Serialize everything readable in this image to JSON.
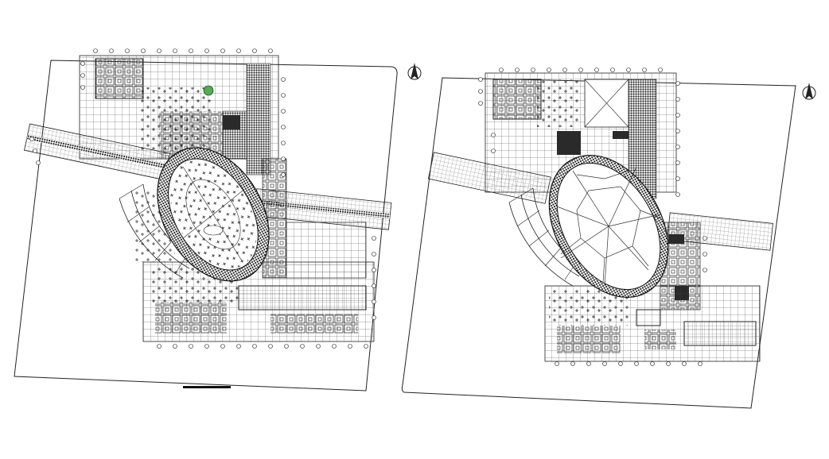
{
  "drawing": {
    "plans": [
      {
        "id": "floor-plan-left"
      },
      {
        "id": "floor-plan-right"
      }
    ],
    "north_arrows": [
      {
        "id": "north-arrow-left"
      },
      {
        "id": "north-arrow-right"
      }
    ],
    "colors": {
      "background": "#ffffff",
      "linework": "#1a1a1a",
      "hatch": "#2b2b2b",
      "accent_green": "#4caf50"
    }
  }
}
